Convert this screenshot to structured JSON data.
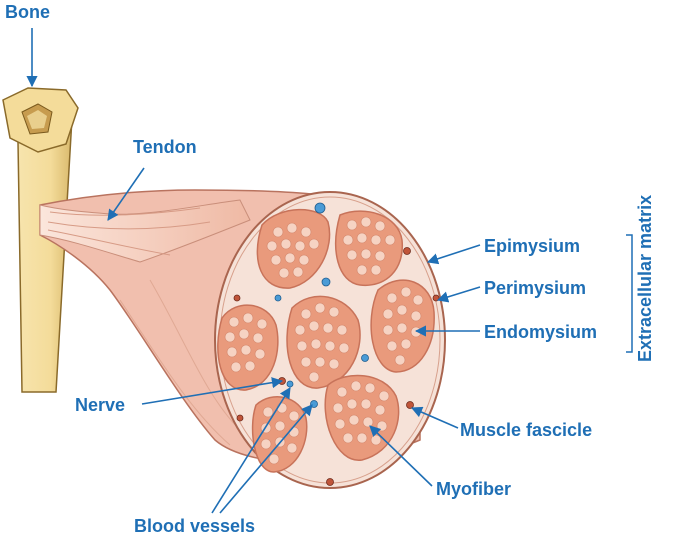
{
  "labels": {
    "bone": "Bone",
    "tendon": "Tendon",
    "epimysium": "Epimysium",
    "perimysium": "Perimysium",
    "endomysium": "Endomysium",
    "extracellular_matrix": "Extracellular matrix",
    "nerve": "Nerve",
    "muscle_fascicle": "Muscle fascicle",
    "myofiber": "Myofiber",
    "blood_vessels": "Blood vessels"
  },
  "colors": {
    "label": "#1f6fb5",
    "bone": "#f4dc9a",
    "bone_outline": "#8a6a2a",
    "tendon": "#f3c9b6",
    "muscle_side": "#f1bfae",
    "perimysium": "#f6e2d8",
    "fascicle": "#e99a7c",
    "fascicle_outline": "#c8735a",
    "myofiber": "#f6d3c3",
    "blood_vessel": "#4a9bd6",
    "nerve": "#c0553a"
  }
}
